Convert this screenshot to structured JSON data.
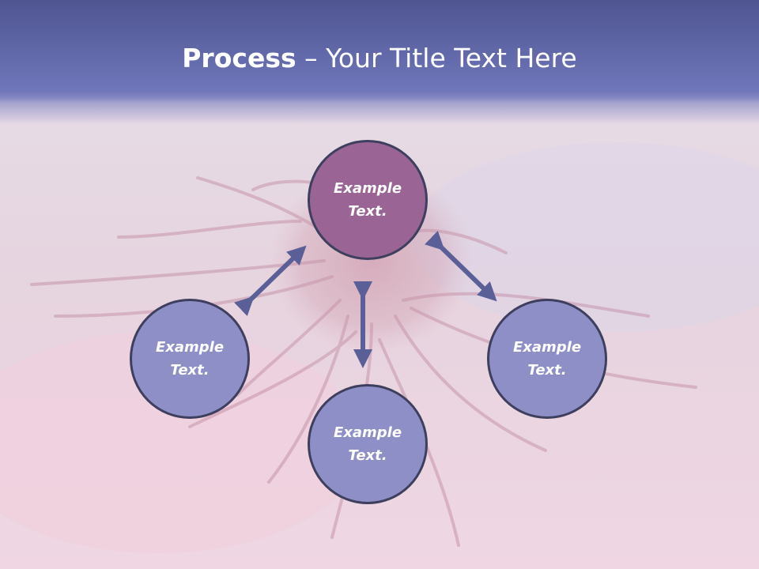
{
  "title": {
    "bold": "Process",
    "rest": " – Your Title Text Here"
  },
  "nodes": {
    "top": {
      "text": "Example Text.",
      "color": "#9a6594"
    },
    "left": {
      "text": "Example Text.",
      "color": "#8e8fc6"
    },
    "right": {
      "text": "Example Text.",
      "color": "#8e8fc6"
    },
    "bottom": {
      "text": "Example Text.",
      "color": "#8e8fc6"
    }
  },
  "colors": {
    "title_band": "#5f66a6",
    "arrow": "#5b5f97",
    "circle_border": "#3e3f5e"
  }
}
